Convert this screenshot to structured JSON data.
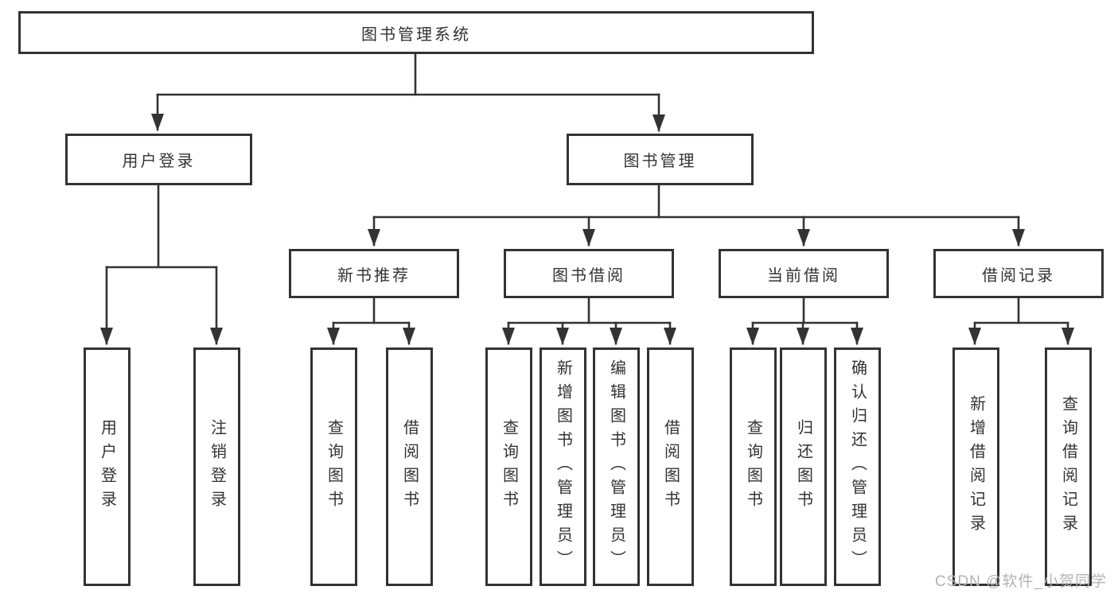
{
  "colors": {
    "line": "#333333",
    "box_border": "#333333",
    "text": "#333333",
    "background": "#ffffff",
    "watermark": "#b3b3b3"
  },
  "watermark": {
    "text": "CSDN @软件_小贺同学"
  },
  "nodes": {
    "root": {
      "label": "图书管理系统",
      "children": [
        "user_login",
        "book_mgmt"
      ]
    },
    "user_login": {
      "label": "用户登录",
      "children": [
        "leaf_user_login",
        "leaf_logout"
      ]
    },
    "book_mgmt": {
      "label": "图书管理",
      "children": [
        "new_book_rec",
        "book_borrow",
        "current_borrow",
        "borrow_record"
      ]
    },
    "new_book_rec": {
      "label": "新书推荐",
      "children": [
        "nbr_query_book",
        "nbr_borrow_book"
      ]
    },
    "book_borrow": {
      "label": "图书借阅",
      "children": [
        "bb_query_book",
        "bb_add_book",
        "bb_edit_book",
        "bb_borrow_book"
      ]
    },
    "current_borrow": {
      "label": "当前借阅",
      "children": [
        "cb_query_book",
        "cb_return_book",
        "cb_confirm_return"
      ]
    },
    "borrow_record": {
      "label": "借阅记录",
      "children": [
        "br_add_record",
        "br_query_record"
      ]
    },
    "leaf_user_login": {
      "label": "用户登录"
    },
    "leaf_logout": {
      "label": "注销登录"
    },
    "nbr_query_book": {
      "label": "查询图书"
    },
    "nbr_borrow_book": {
      "label": "借阅图书"
    },
    "bb_query_book": {
      "label": "查询图书"
    },
    "bb_add_book": {
      "label": "新增图书（管理员）"
    },
    "bb_edit_book": {
      "label": "编辑图书（管理员）"
    },
    "bb_borrow_book": {
      "label": "借阅图书"
    },
    "cb_query_book": {
      "label": "查询图书"
    },
    "cb_return_book": {
      "label": "归还图书"
    },
    "cb_confirm_return": {
      "label": "确认归还（管理员）"
    },
    "br_add_record": {
      "label": "新增借阅记录"
    },
    "br_query_record": {
      "label": "查询借阅记录"
    }
  }
}
